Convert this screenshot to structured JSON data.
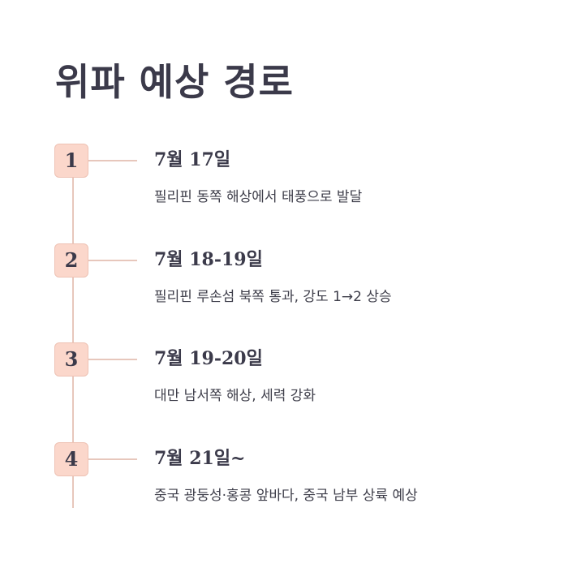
{
  "title": "위파 예상 경로",
  "colors": {
    "title_text": "#3b3a4a",
    "badge_fill": "#fbd7cb",
    "badge_border": "#eec2b4",
    "timeline_line": "#e7c7bc",
    "body_text": "#3e3e4a"
  },
  "steps": [
    {
      "number": "1",
      "date": "7월 17일",
      "description": "필리핀 동쪽 해상에서 태풍으로 발달"
    },
    {
      "number": "2",
      "date": "7월 18-19일",
      "description": "필리핀 루손섬 북쪽 통과, 강도 1→2 상승"
    },
    {
      "number": "3",
      "date": "7월 19-20일",
      "description": "대만 남서쪽 해상, 세력 강화"
    },
    {
      "number": "4",
      "date": "7월 21일~",
      "description": "중국 광둥성·홍콩 앞바다, 중국 남부 상륙 예상"
    }
  ]
}
